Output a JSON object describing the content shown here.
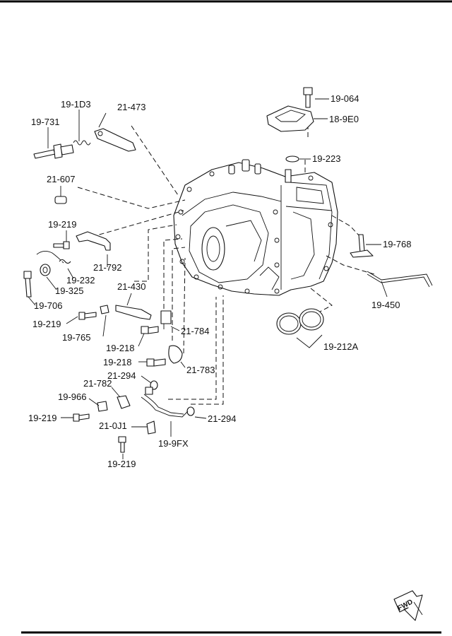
{
  "labels": {
    "p19_064": "19-064",
    "p18_9e0": "18-9E0",
    "p19_223": "19-223",
    "p19_768": "19-768",
    "p19_450": "19-450",
    "p19_212a": "19-212A",
    "p19_1d3": "19-1D3",
    "p21_473": "21-473",
    "p19_731": "19-731",
    "p21_607": "21-607",
    "p19_219a": "19-219",
    "p21_792": "21-792",
    "p19_232": "19-232",
    "p19_325": "19-325",
    "p19_706": "19-706",
    "p21_430": "21-430",
    "p19_219b": "19-219",
    "p19_765": "19-765",
    "p21_784": "21-784",
    "p19_218a": "19-218",
    "p19_218b": "19-218",
    "p21_783": "21-783",
    "p21_294a": "21-294",
    "p21_782": "21-782",
    "p19_966": "19-966",
    "p19_219c": "19-219",
    "p21_0j1": "21-0J1",
    "p21_294b": "21-294",
    "p19_9fx": "19-9FX",
    "p19_219d": "19-219"
  },
  "fwd_badge": "FWD"
}
